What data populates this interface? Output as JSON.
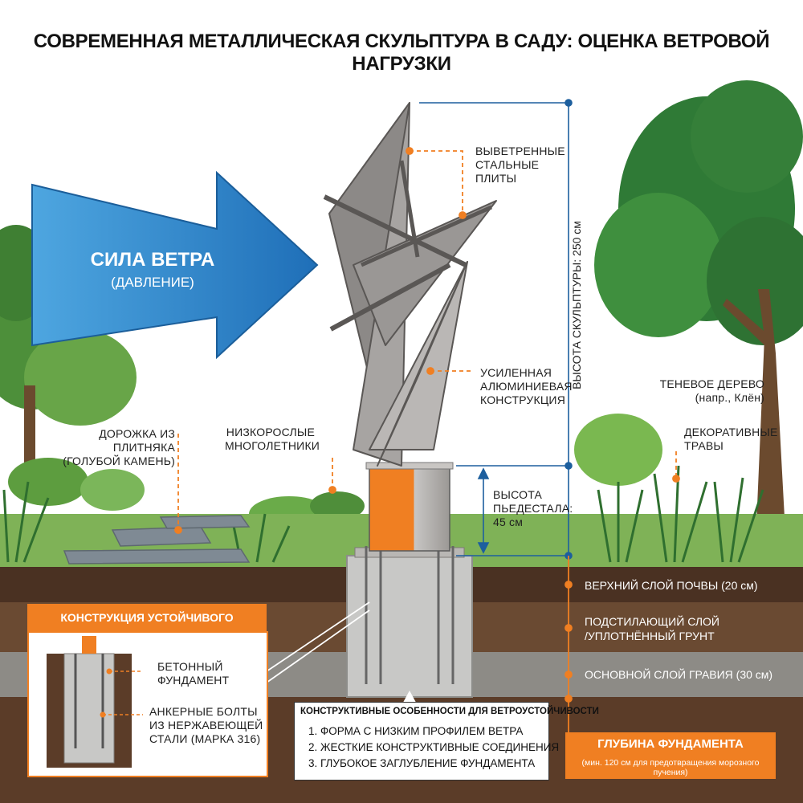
{
  "title": "СОВРЕМЕННАЯ МЕТАЛЛИЧЕСКАЯ СКУЛЬПТУРА В САДУ: ОЦЕНКА ВЕТРОВОЙ НАГРУЗКИ",
  "wind": {
    "main": "СИЛА ВЕТРА",
    "sub": "(ДАВЛЕНИЕ)"
  },
  "labels": {
    "steel_plates": [
      "ВЫВЕТРЕННЫЕ",
      "СТАЛЬНЫЕ",
      "ПЛИТЫ"
    ],
    "aluminium": [
      "УСИЛЕННАЯ",
      "АЛЮМИНИЕВАЯ",
      "КОНСТРУКЦИЯ"
    ],
    "sculpture_height": "ВЫСОТА СКУЛЬПТУРЫ: 250 см",
    "pedestal_height": [
      "ВЫСОТА",
      "ПЬЕДЕСТАЛА:",
      "45 см"
    ],
    "path": [
      "ДОРОЖКА ИЗ ПЛИТНЯКА",
      "(ГОЛУБОЙ КАМЕНЬ)"
    ],
    "perennials": [
      "НИЗКОРОСЛЫЕ",
      "МНОГОЛЕТНИКИ"
    ],
    "shade_tree": [
      "ТЕНЕВОЕ ДЕРЕВО",
      "(напр., Клён)"
    ],
    "grasses": [
      "ДЕКОРАТИВНЫЕ",
      "ТРАВЫ"
    ]
  },
  "soil_layers": {
    "topsoil": "ВЕРХНИЙ СЛОЙ ПОЧВЫ (20 см)",
    "subsoil": [
      "ПОДСТИЛАЮЩИЙ СЛОЙ",
      "/УПЛОТНЁННЫЙ ГРУНТ"
    ],
    "gravel": "ОСНОВНОЙ СЛОЙ ГРАВИЯ (30 см)"
  },
  "anchoring": {
    "title": "КОНСТРУКЦИЯ УСТОЙЧИВОГО АНКЕРОВАНИЯ",
    "concrete": [
      "БЕТОННЫЙ",
      "ФУНДАМЕНТ"
    ],
    "bolts": [
      "АНКЕРНЫЕ БОЛТЫ",
      "ИЗ НЕРЖАВЕЮЩЕЙ",
      "СТАЛИ (МАРКА 316)"
    ]
  },
  "features": {
    "title": "КОНСТРУКТИВНЫЕ ОСОБЕННОСТИ ДЛЯ ВЕТРОУСТОЙЧИВОСТИ",
    "items": [
      "1. ФОРМА С НИЗКИМ ПРОФИЛЕМ ВЕТРА",
      "2. ЖЕСТКИЕ КОНСТРУКТИВНЫЕ СОЕДИНЕНИЯ",
      "3. ГЛУБОКОЕ ЗАГЛУБЛЕНИЕ ФУНДАМЕНТА"
    ]
  },
  "foundation_depth": {
    "title": "ГЛУБИНА ФУНДАМЕНТА",
    "note": "(мин. 120 см для предотвращения морозного пучения)"
  },
  "colors": {
    "accent_orange": "#f07f22",
    "dimension_blue": "#1d5f9e",
    "wind_blue": "#2f7fc4",
    "sky": "#ffffff",
    "grass": "#5f9f3a",
    "topsoil": "#4a3122",
    "subsoil": "#6a4a32",
    "gravel": "#8d8b86",
    "deep_soil": "#5b3c28",
    "concrete": "#c8c8c6",
    "steel": "#8a8785"
  }
}
